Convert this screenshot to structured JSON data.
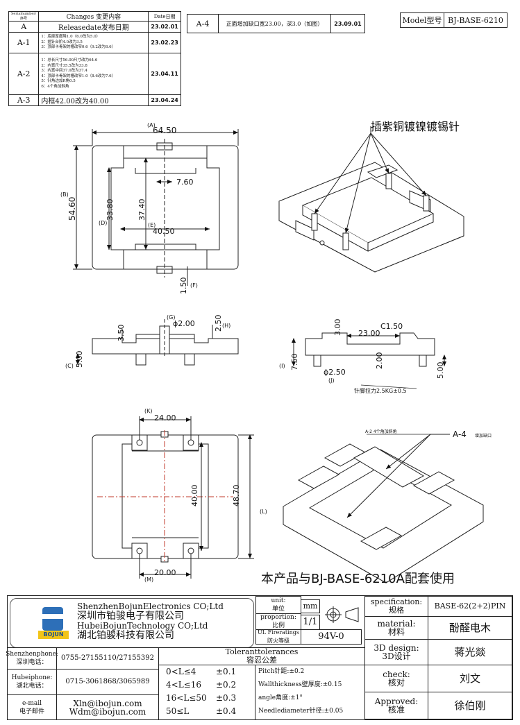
{
  "revisions": {
    "header": {
      "serial": "Serialnumber/序号",
      "changes": "Changes 变更内容",
      "date": "Date日期"
    },
    "rows": [
      {
        "id": "A",
        "lines": [
          "Releasedate发布日期"
        ],
        "date": "23.02.01"
      },
      {
        "id": "A-1",
        "lines": [
          "1：底座厚度降1.0（6.0改为5.0）",
          "2：插针台阶4.0改为3.5",
          "3：顶部卡骨架的槽改窄0.6（9.2改为8.6）"
        ],
        "date": "23.02.23"
      },
      {
        "id": "A-2",
        "lines": [
          "1：总长尺寸56.00尺寸改为64.6",
          "2：内宽尺寸35.5改为33.8",
          "3：内宽中间37.0改为37.4",
          "4：顶部卡骨架的槽改窄1.0（8.6改为7.6）",
          "5：针角边加R角0.5",
          "6：4个角加斜角"
        ],
        "date": "23.04.11"
      },
      {
        "id": "A-3",
        "lines": [
          "内框42.00改为40.00"
        ],
        "date": "23.04.24"
      }
    ],
    "a4": {
      "id": "A-4",
      "text": "正面增加缺口宽23.00，深3.0（如图）",
      "date": "23.09.01"
    }
  },
  "model": {
    "label": "Model型号",
    "value": "BJ-BASE-6210"
  },
  "annotations": {
    "pin_material": "插紫铜镀镍镀锡针",
    "a2_note": "A-2 4个角加斜角",
    "a4_label": "A-4",
    "a4_note": "增加缺口",
    "pin_pull": "针脚拉力2.5KG±0.5",
    "matching": "本产品与BJ-BASE-6210A配套使用"
  },
  "dimensions": {
    "A": "(A)",
    "total_width": "64.50",
    "B": "(B)",
    "total_height": "54.60",
    "inner_w": "7.60",
    "D": "(D)",
    "d1": "33.80",
    "d2": "37.40",
    "E": "(E)",
    "inner_len": "40.50",
    "f_val": "1.50",
    "F": "(F)",
    "G": "(G)",
    "pin_dia": "ϕ2.00",
    "h_val": "2.50",
    "H": "(H)",
    "c_val": "3.50",
    "C": "(C)",
    "c5": "5.00",
    "top_h": "3.00",
    "notch": "23.00",
    "chamfer": "C1.50",
    "I": "(I)",
    "i_val": "7.50",
    "mid_h": "2.00",
    "pin_dia2": "ϕ2.50",
    "J": "(J)",
    "side5": "5.00",
    "K": "(K)",
    "k_val": "24.00",
    "pin_span": "40.00",
    "l_val": "48.70",
    "L": "(L)",
    "m_val": "20.00",
    "M": "(M)"
  },
  "company": {
    "en1": "ShenzhenBojunElectronics CO;Ltd",
    "cn1": "深圳市铂骏电子有限公司",
    "en2": "HubeiBojunTechnology CO;Ltd",
    "cn2": "湖北铂骏科技有限公司",
    "logo_text": "BOJUN"
  },
  "spec": {
    "unit_label": "unit:\n单位",
    "unit": "mm",
    "prop_label": "proportion:\n比例",
    "prop": "1/1",
    "ul_label": "UL Fireratings\n防火等级",
    "ul": "94V-0",
    "spec_label": "specification:\n规格",
    "spec": "BASE-62(2+2)PIN",
    "mat_label": "material:\n材料",
    "mat": "酚醛电木",
    "design_label": "3D design:\n3D设计",
    "design": "蒋光燚",
    "check_label": "check:\n核对",
    "check": "刘文",
    "approved_label": "Approved:\n核准",
    "approved": "徐伯刚"
  },
  "contacts": [
    {
      "label": "Shenzhenphone:\n深圳电话：",
      "value": "0755-27155110/27155392"
    },
    {
      "label": "Hubeiphone:\n湖北电话：",
      "value": "0715-3061868/3065989"
    },
    {
      "label": "e-mail\n电子邮件",
      "value": "Xln@ibojun.com\nWdm@ibojun.com"
    }
  ],
  "tolerance": {
    "title": "Toleranttolerances\n容忍公差",
    "ranges": [
      [
        "0<L≤4",
        "±0.1"
      ],
      [
        "4<L≤16",
        "±0.2"
      ],
      [
        "16<L≤50",
        "±0.3"
      ],
      [
        "50≤L",
        "±0.4"
      ]
    ],
    "notes": [
      "Pitch针距:±0.2",
      "Wallthickness壁厚度:±0.15",
      "angle角度:±1°",
      "Needlediameter针径:±0.05"
    ]
  }
}
